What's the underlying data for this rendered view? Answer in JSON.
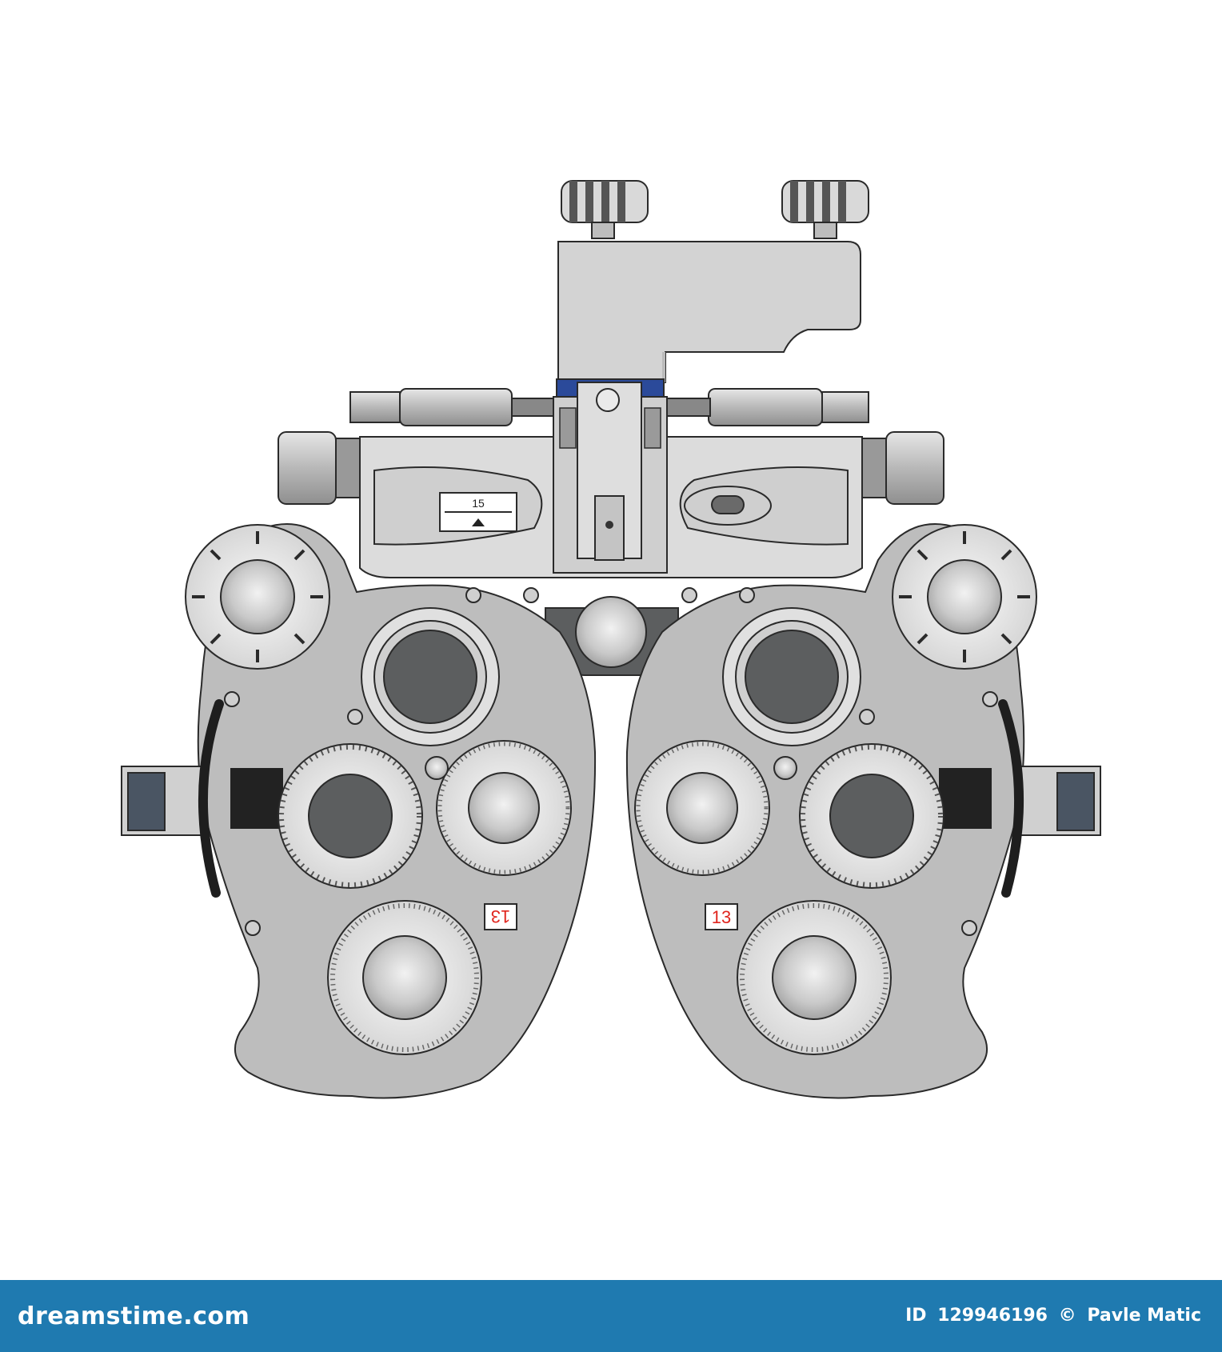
{
  "image": {
    "subject": "phoropter",
    "left_label": "13",
    "right_label": "13",
    "prism_value": "15",
    "colors": {
      "body": "#bdbdbd",
      "body_dark": "#9e9e9e",
      "lens": "#5c5e5f",
      "accent_blue": "#2b4a9a",
      "outline": "#2a2a2a",
      "label_red": "#e0261f"
    }
  },
  "footer": {
    "logo_text": "dreamstime.com",
    "id_label": "ID",
    "id_value": "129946196",
    "copyright_symbol": "©",
    "author": "Pavle Matic"
  }
}
